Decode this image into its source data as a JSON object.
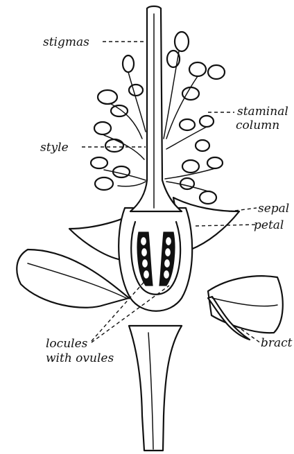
{
  "labels": {
    "stigmas": "stigmas",
    "staminal_column_line1": "staminal",
    "staminal_column_line2": "column",
    "style": "style",
    "sepal": "sepal",
    "petal": "petal",
    "locules_line1": "locules",
    "locules_line2": "with ovules",
    "bract": "bract"
  }
}
